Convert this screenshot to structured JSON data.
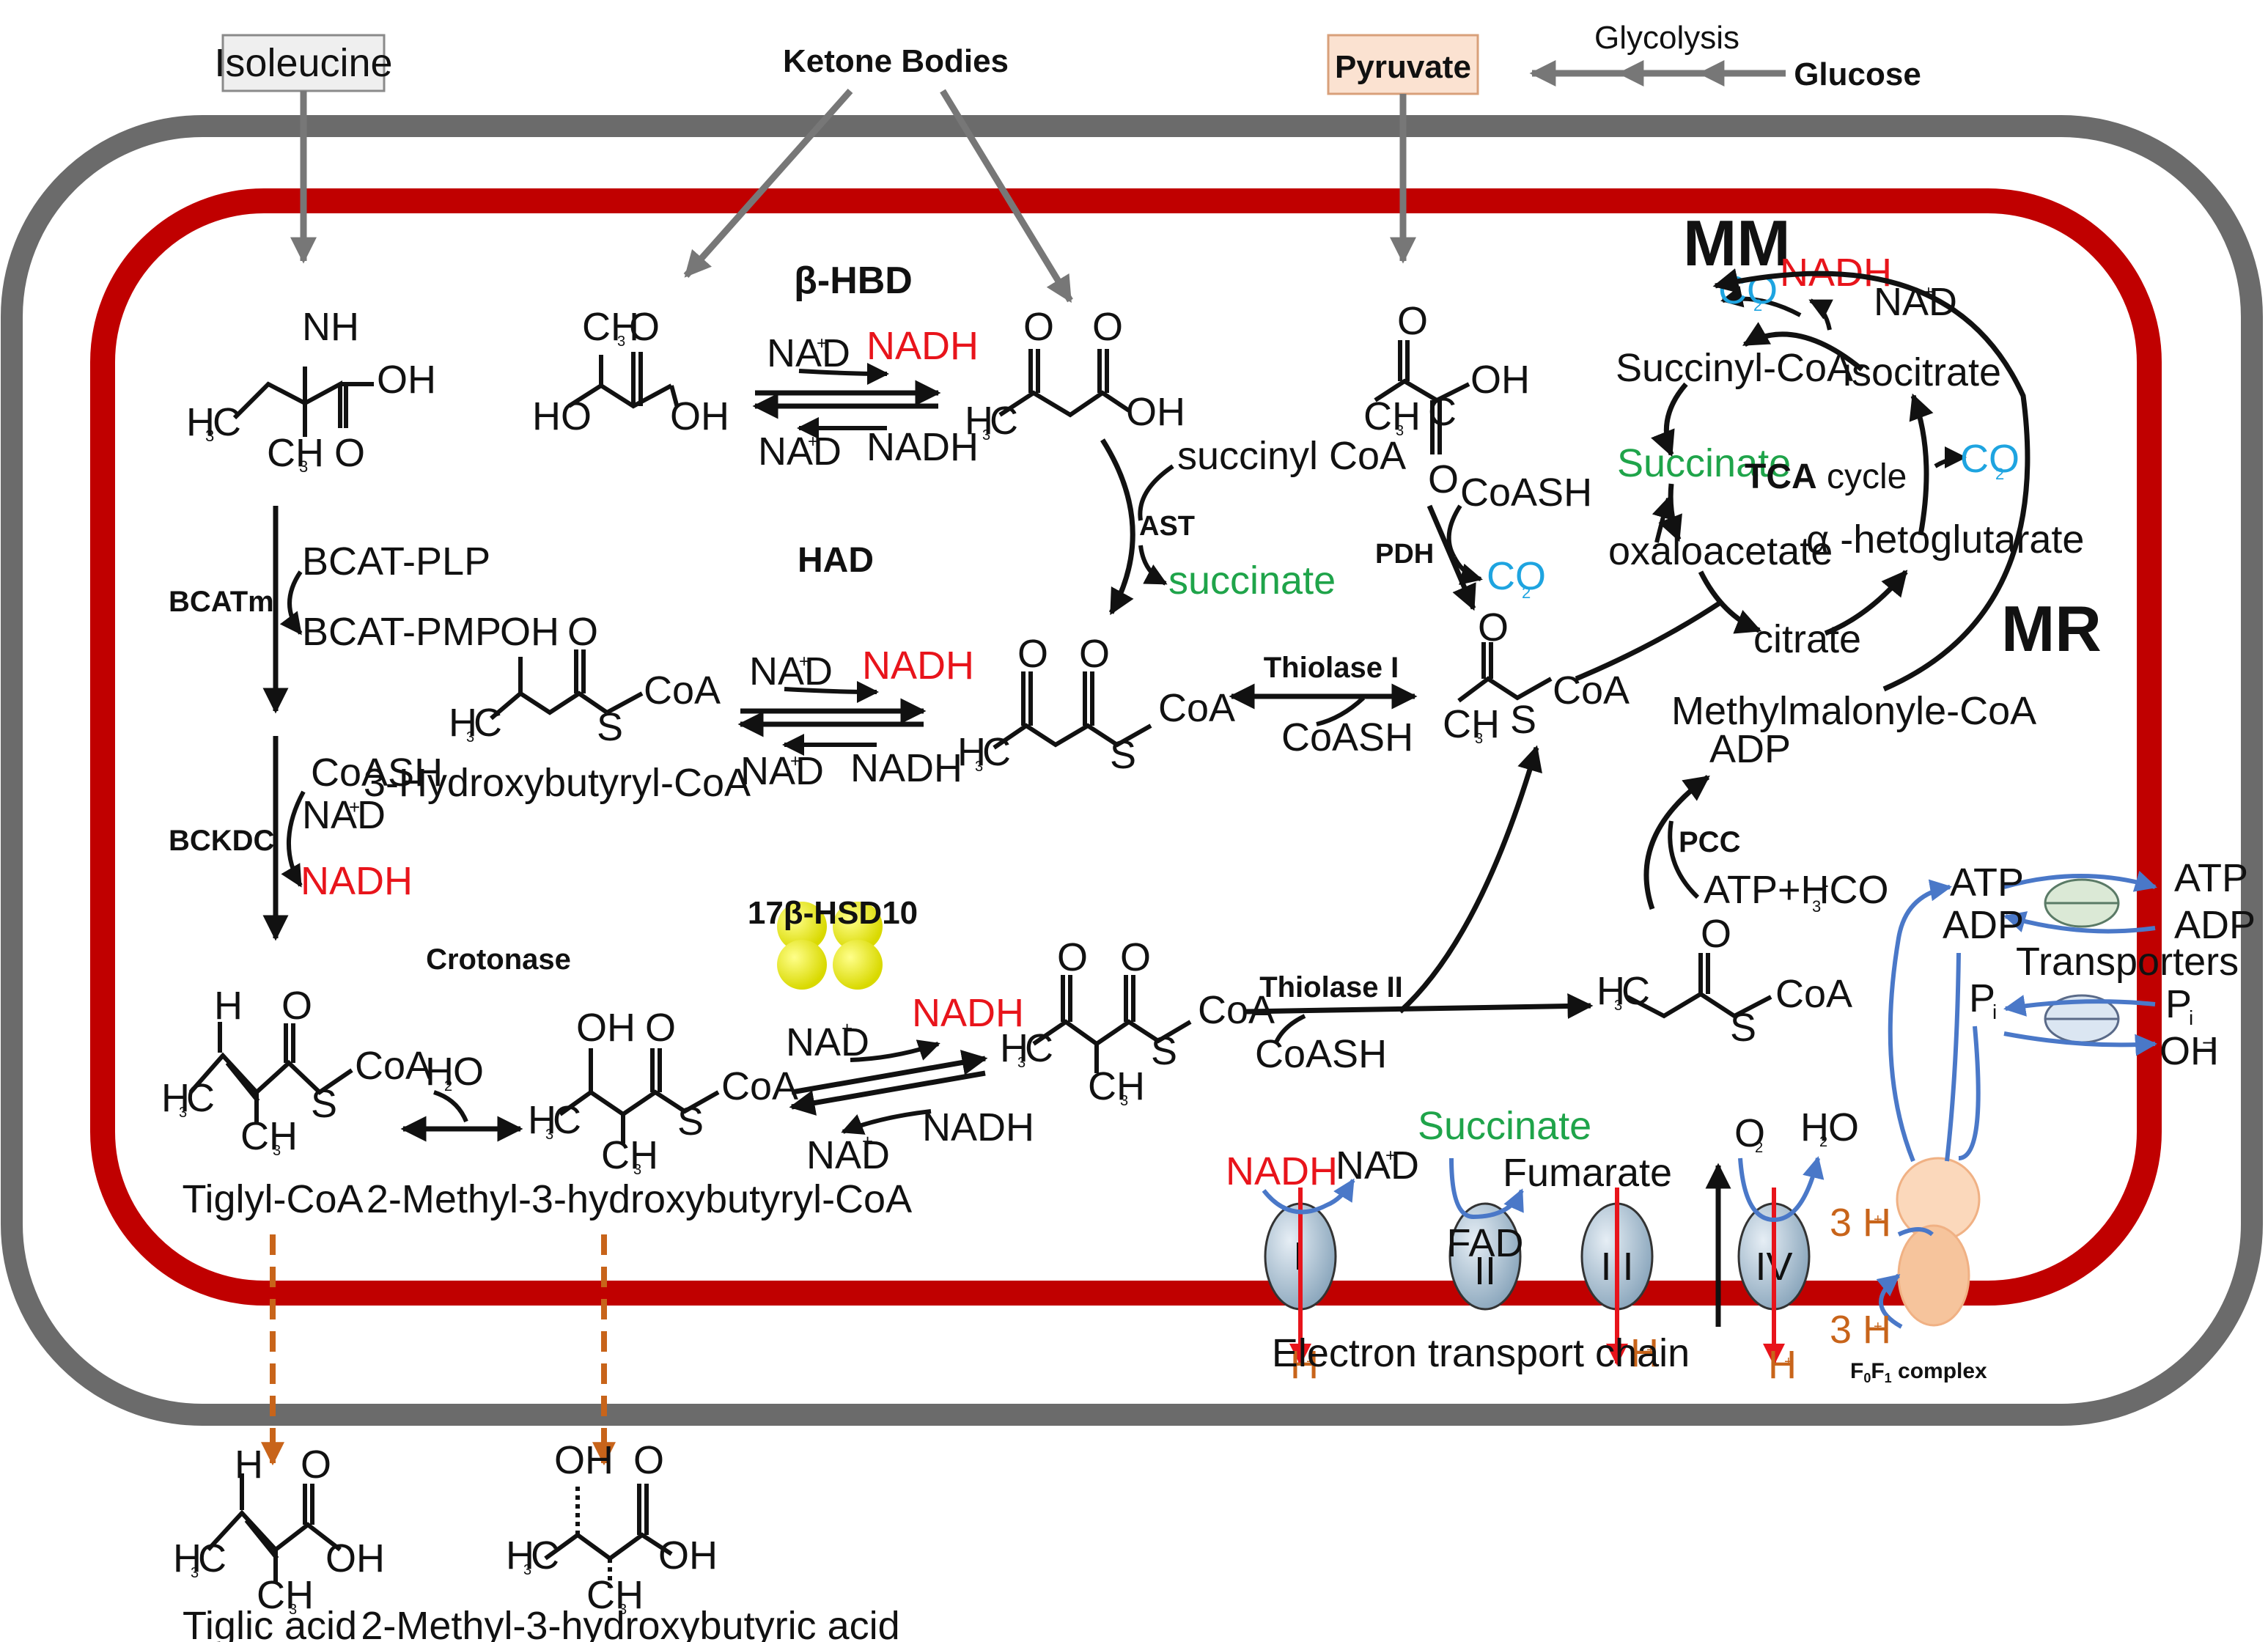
{
  "colors": {
    "outer_membrane": "#6b6b6b",
    "inner_membrane": "#c00000",
    "nadh_red": "#e8141b",
    "succinate_green": "#1fa44a",
    "co2_blue": "#1ea4e0",
    "proton_orange": "#c8641a",
    "hsd10_yellow": "#f2f21e",
    "complex_blue": "#aac3d6",
    "f0f1_peach": "#f6c49c"
  },
  "top": {
    "isoleucine": "Isoleucine",
    "ketone_bodies": "Ketone Bodies",
    "pyruvate": "Pyruvate",
    "glycolysis": "Glycolysis",
    "glucose": "Glucose"
  },
  "enzymes": {
    "bhbd": "β-HBD",
    "had": "HAD",
    "bcatm": "BCATm",
    "bckdc": "BCKDC",
    "hsd10": "17β-HSD10",
    "crotonase": "Crotonase",
    "ast": "AST",
    "pdh": "PDH",
    "thiolase1": "Thiolase I",
    "thiolase2": "Thiolase II",
    "pcc": "PCC",
    "mm": "MM",
    "mr": "MR"
  },
  "cofactors": {
    "nad": "NAD",
    "plus": "+",
    "nadh": "NADH",
    "succinyl_coa": "succinyl CoA",
    "succinate": "succinate",
    "coash": "CoASH",
    "co2": "CO",
    "two": "2",
    "bcat_plp": "BCAT-PLP",
    "bcat_pmp": "BCAT-PMP",
    "h2o": "H",
    "o": "O",
    "adp": "ADP",
    "atp_hco3": "ATP+HCO",
    "three_minus": "3",
    "minus": "-"
  },
  "atoms": {
    "nh2": "NH",
    "oh": "OH",
    "ho": "HO",
    "o": "O",
    "h3c": "H",
    "c3": "C",
    "ch3": "CH",
    "three": "3",
    "s": "S",
    "coa": "CoA",
    "c": "C",
    "h": "H"
  },
  "compounds": {
    "hydroxybutyryl_coa": "3-Hydroxybutyryl-CoA",
    "tiglyl_coa": "Tiglyl-CoA",
    "methyl_hydroxybutyryl_coa": "2-Methyl-3-hydroxybutyryl-CoA",
    "methylmalonyl_coa": "Methylmalonyle-CoA",
    "tiglic_acid": "Tiglic acid",
    "methyl_hydroxybutyric_acid": "2-Methyl-3-hydroxybutyric acid"
  },
  "tca": {
    "title_bold": "TCA",
    "title_rest": " cycle",
    "succinyl_coa": "Succinyl-CoA",
    "isocitrate": "isocitrate",
    "succinate": "Succinate",
    "oxaloacetate": "oxaloacetate",
    "alpha": "α -hetoglutarate",
    "citrate": "citrate"
  },
  "etc": {
    "nadh": "NADH",
    "nad": "NAD",
    "succinate": "Succinate",
    "fumarate": "Fumarate",
    "o2": "O",
    "h2o": "H",
    "h2o_o": "O",
    "c1": "I",
    "c2": "II",
    "c3": "III",
    "c4": "IV",
    "fad": "FAD",
    "hplus": "H",
    "label": "Electron transport chain",
    "three_h": "3 H",
    "f0f1": "F",
    "f0f1_sub0": "0",
    "f0f1_f": "F",
    "f0f1_sub1": "1",
    "f0f1_rest": " complex"
  },
  "transport": {
    "atp": "ATP",
    "adp": "ADP",
    "pi": "P",
    "i": "i",
    "oh": "OH",
    "minus": "−",
    "label": "Transporters"
  }
}
